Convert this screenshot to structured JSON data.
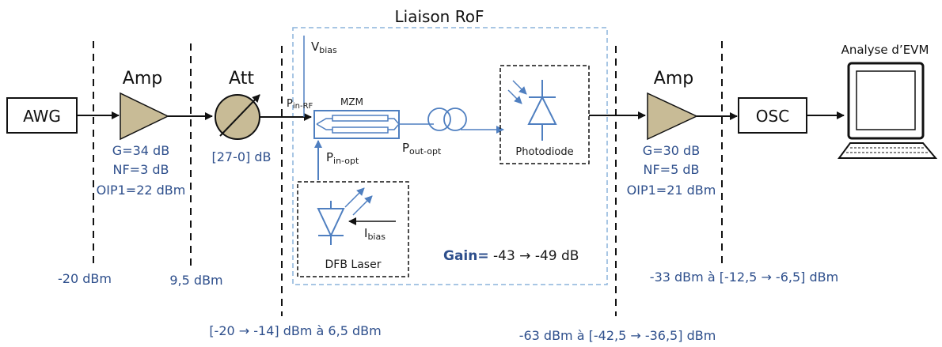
{
  "title": "Liaison RoF",
  "blocks": {
    "awg": "AWG",
    "osc": "OSC",
    "analyse": "Analyse d’EVM"
  },
  "amp1": {
    "label": "Amp",
    "gain": "G=34 dB",
    "nf": "NF=3 dB",
    "oip1": "OIP1=22 dBm"
  },
  "att": {
    "label": "Att",
    "range": "[27-0] dB"
  },
  "amp2": {
    "label": "Amp",
    "gain": "G=30 dB",
    "nf": "NF=5 dB",
    "oip1": "OIP1=21 dBm"
  },
  "mzm": {
    "label": "MZM",
    "vbias": "V",
    "vbias_sub": "bias",
    "pin_rf": "P",
    "pin_rf_sub": "in-RF",
    "pout_opt": "P",
    "pout_opt_sub": "out-opt",
    "pin_opt": "P",
    "pin_opt_sub": "in-opt"
  },
  "laser": {
    "label": "DFB Laser",
    "ibias": "I",
    "ibias_sub": "bias"
  },
  "photodiode": {
    "label": "Photodiode"
  },
  "gain": {
    "label": "Gain=",
    "value": "-43 → -49 dB"
  },
  "levels": {
    "l1": "-20 dBm",
    "l2": "9,5 dBm",
    "l3": "[-20 → -14] dBm à 6,5 dBm",
    "l4": "-63 dBm à [-42,5 → -36,5] dBm",
    "l5": "-33 dBm à [-12,5 → -6,5] dBm"
  },
  "colors": {
    "amp_fill": "#c8bb96",
    "accent_blue": "#2e4f8c",
    "optical": "#4f7fc0",
    "rof_border": "#8cb4dc"
  }
}
